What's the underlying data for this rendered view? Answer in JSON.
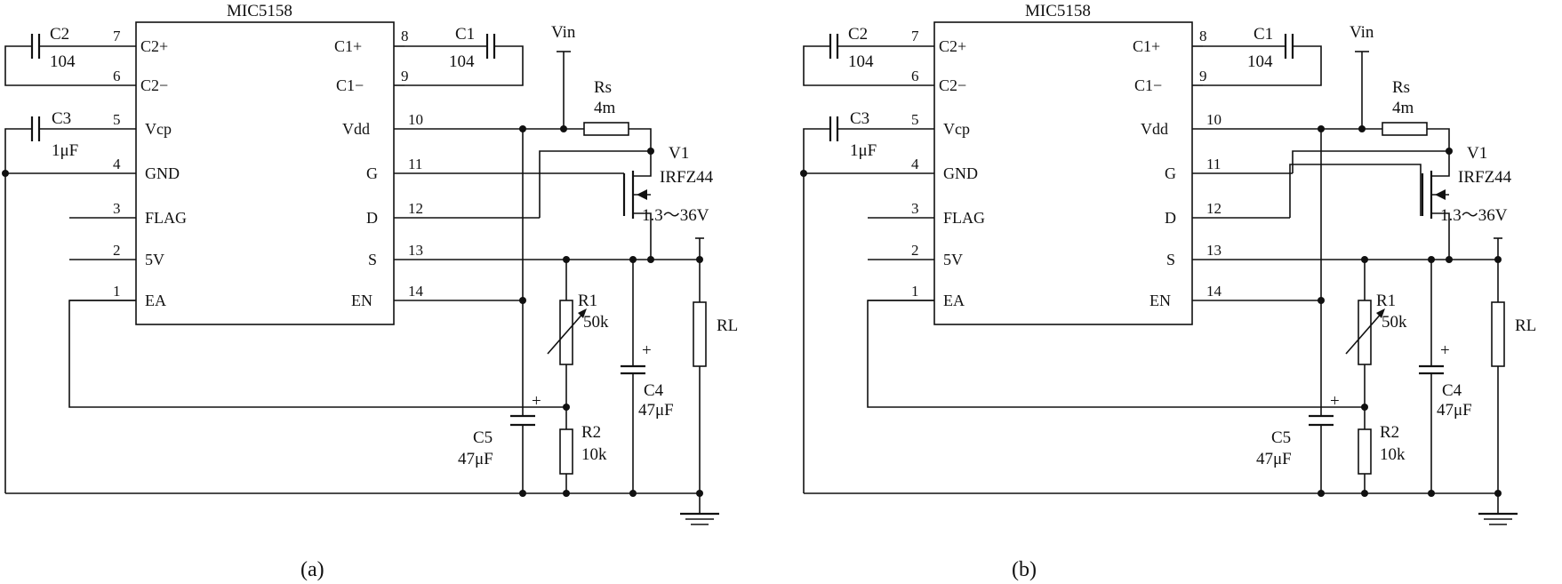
{
  "circuits": [
    {
      "chip": "MIC5158",
      "caption": "(a)",
      "left_pins": [
        {
          "num": "7",
          "name": "C2+"
        },
        {
          "num": "6",
          "name": "C2−"
        },
        {
          "num": "5",
          "name": "Vcp"
        },
        {
          "num": "4",
          "name": "GND"
        },
        {
          "num": "3",
          "name": "FLAG"
        },
        {
          "num": "2",
          "name": "5V"
        },
        {
          "num": "1",
          "name": "EA"
        }
      ],
      "right_pins": [
        {
          "num": "8",
          "name": "C1+"
        },
        {
          "num": "9",
          "name": "C1−"
        },
        {
          "num": "10",
          "name": "Vdd"
        },
        {
          "num": "11",
          "name": "G"
        },
        {
          "num": "12",
          "name": "D"
        },
        {
          "num": "13",
          "name": "S"
        },
        {
          "num": "14",
          "name": "EN"
        }
      ],
      "c2": {
        "name": "C2",
        "value": "104"
      },
      "c1": {
        "name": "C1",
        "value": "104"
      },
      "c3": {
        "name": "C3",
        "value": "1μF"
      },
      "vin": "Vin",
      "rs": {
        "name": "Rs",
        "value": "4m"
      },
      "v1": {
        "name": "V1",
        "part": "IRFZ44"
      },
      "vout": "1.3～36V",
      "r1": {
        "name": "R1",
        "value": "50k"
      },
      "r2": {
        "name": "R2",
        "value": "10k"
      },
      "c4": {
        "name": "C4",
        "value": "47μF"
      },
      "c5": {
        "name": "C5",
        "value": "47μF"
      },
      "rl": "RL",
      "plus": "+"
    },
    {
      "chip": "MIC5158",
      "caption": "(b)",
      "left_pins": [
        {
          "num": "7",
          "name": "C2+"
        },
        {
          "num": "6",
          "name": "C2−"
        },
        {
          "num": "5",
          "name": "Vcp"
        },
        {
          "num": "4",
          "name": "GND"
        },
        {
          "num": "3",
          "name": "FLAG"
        },
        {
          "num": "2",
          "name": "5V"
        },
        {
          "num": "1",
          "name": "EA"
        }
      ],
      "right_pins": [
        {
          "num": "8",
          "name": "C1+"
        },
        {
          "num": "9",
          "name": "C1−"
        },
        {
          "num": "10",
          "name": "Vdd"
        },
        {
          "num": "11",
          "name": "G"
        },
        {
          "num": "12",
          "name": "D"
        },
        {
          "num": "13",
          "name": "S"
        },
        {
          "num": "14",
          "name": "EN"
        }
      ],
      "c2": {
        "name": "C2",
        "value": "104"
      },
      "c1": {
        "name": "C1",
        "value": "104"
      },
      "c3": {
        "name": "C3",
        "value": "1μF"
      },
      "vin": "Vin",
      "rs": {
        "name": "Rs",
        "value": "4m"
      },
      "v1": {
        "name": "V1",
        "part": "IRFZ44"
      },
      "vout": "1.3～36V",
      "r1": {
        "name": "R1",
        "value": "50k"
      },
      "r2": {
        "name": "R2",
        "value": "10k"
      },
      "c4": {
        "name": "C4",
        "value": "47μF"
      },
      "c5": {
        "name": "C5",
        "value": "47μF"
      },
      "rl": "RL",
      "plus": "+"
    }
  ]
}
